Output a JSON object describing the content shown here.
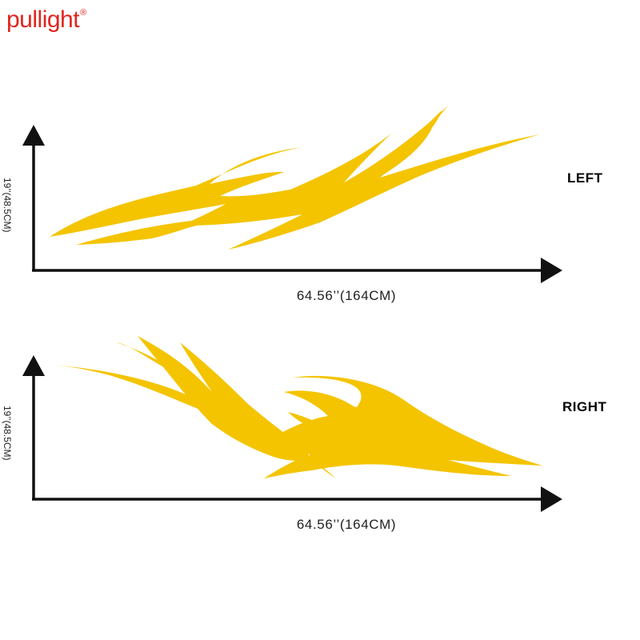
{
  "brand": {
    "name": "pullight",
    "mark": "®"
  },
  "colors": {
    "brand": "#e0261f",
    "flame": "#f4c400",
    "axis": "#111111"
  },
  "panels": [
    {
      "label": "LEFT",
      "width_label": "64.56’’(164CM)",
      "height_label": "19’’(48.5CM)"
    },
    {
      "label": "RIGHT",
      "width_label": "64.56’’(164CM)",
      "height_label": "19’’(48.5CM)"
    }
  ]
}
